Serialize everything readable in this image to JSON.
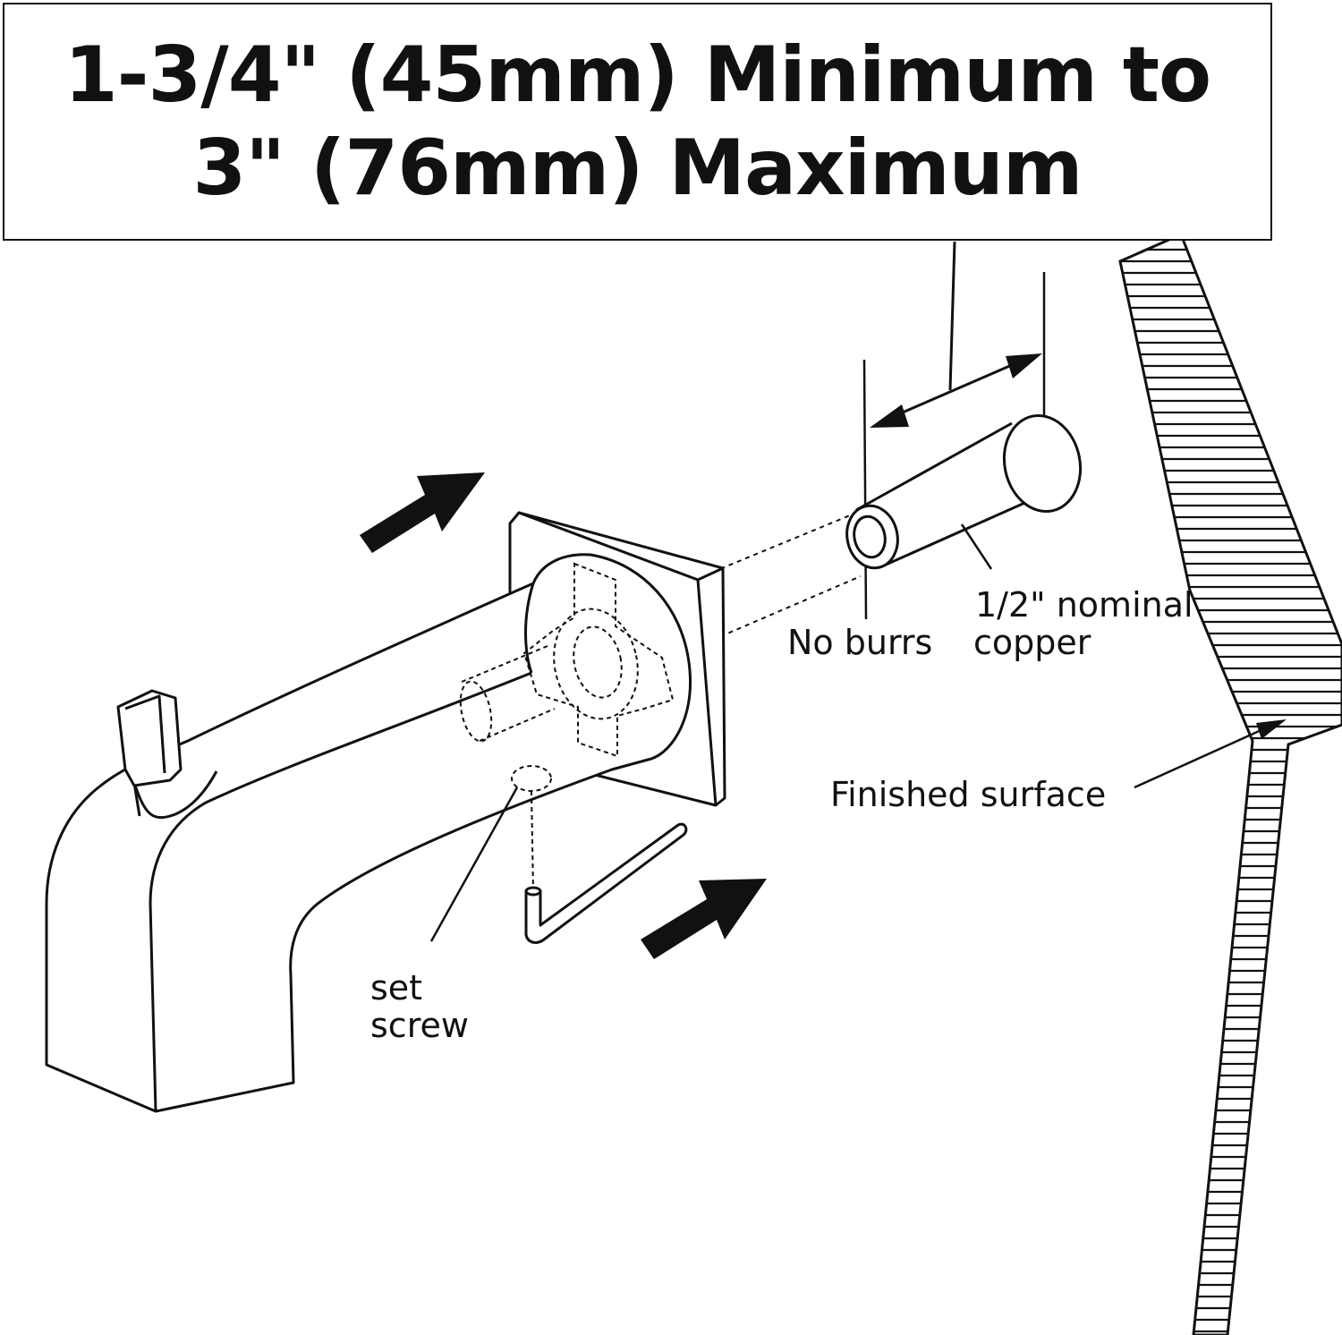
{
  "title": {
    "line1": "1-3/4\" (45mm) Minimum to",
    "line2": "3\" (76mm) Maximum"
  },
  "labels": {
    "no_burrs": "No burrs",
    "pipe_line1": "1/2\" nominal",
    "pipe_line2": "copper",
    "finished_surface": "Finished surface",
    "set_screw_line1": "set",
    "set_screw_line2": "screw"
  },
  "colors": {
    "ink": "#111111",
    "background": "#ffffff"
  }
}
